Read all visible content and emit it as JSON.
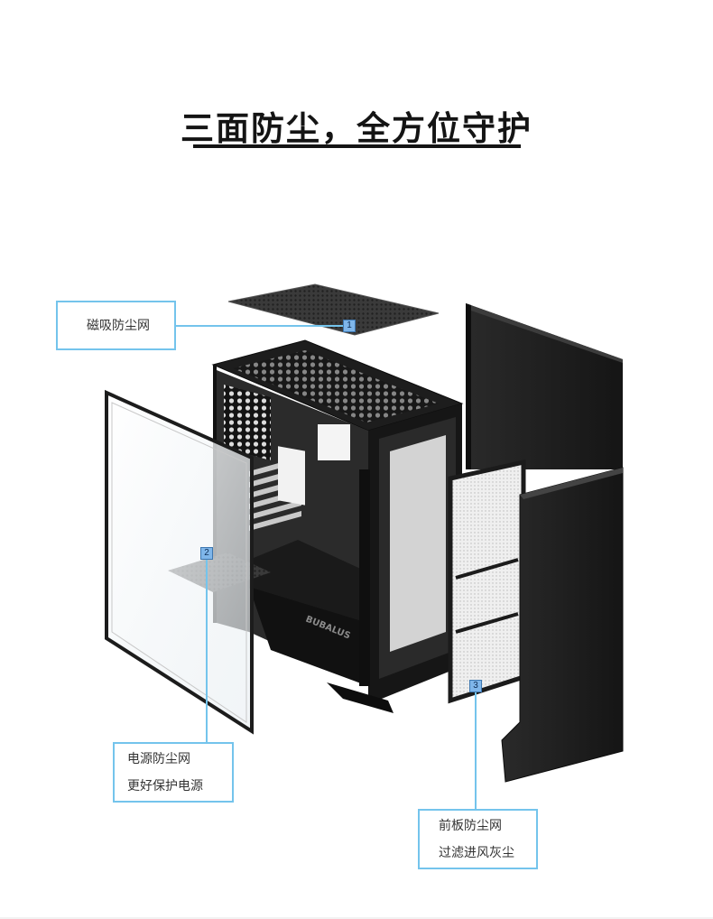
{
  "heading": {
    "title": "三面防尘，全方位守护"
  },
  "product": {
    "brand_text": "BUBALUS"
  },
  "callouts": [
    {
      "marker": "1",
      "lines": [
        "磁吸防尘网"
      ]
    },
    {
      "marker": "2",
      "lines": [
        "电源防尘网",
        "更好保护电源"
      ]
    },
    {
      "marker": "3",
      "lines": [
        "前板防尘网",
        "过滤进风灰尘"
      ]
    }
  ],
  "colors": {
    "accent_line": "#74c4ec",
    "marker_fill": "#7fb6ea",
    "case_body": "#1b1b1b"
  }
}
